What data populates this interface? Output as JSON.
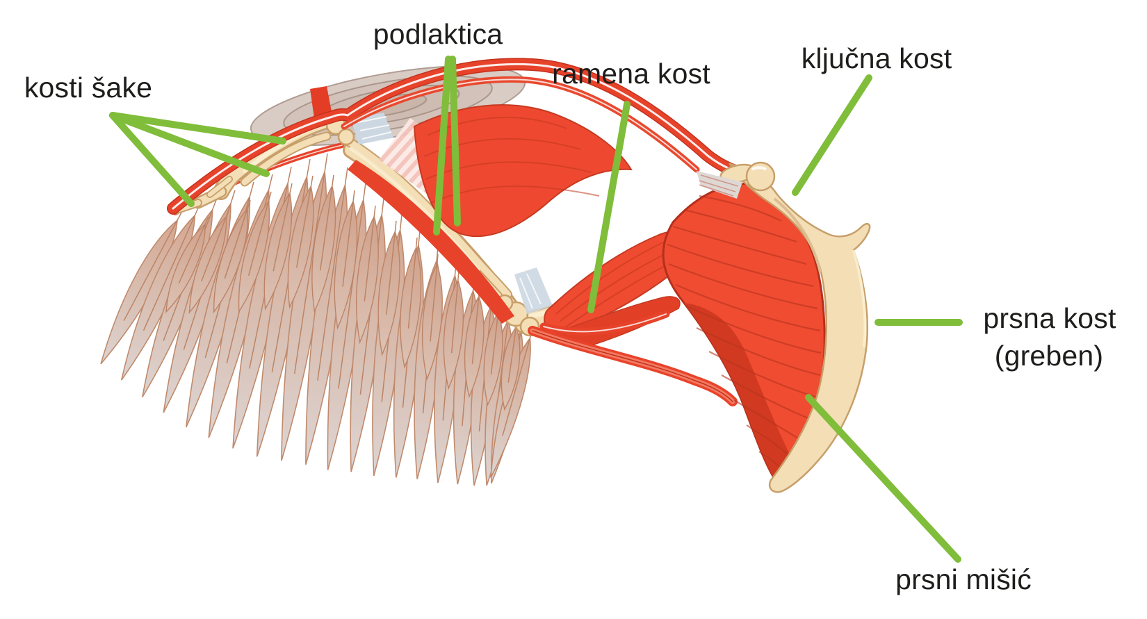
{
  "figure": {
    "description": "Anatomical diagram of a bird wing: bones, muscles and feathers with Croatian labels",
    "labels": {
      "kosti_sake": "kosti šake",
      "podlaktica": "podlaktica",
      "ramena_kost": "ramena kost",
      "kljucna_kost": "ključna kost",
      "prsna_kost_1": "prsna kost",
      "prsna_kost_2": "(greben)",
      "prsni_misic": "prsni mišić"
    },
    "colors": {
      "background": "#ffffff",
      "annotation_green": "#80bd3a",
      "label_text": "#1d1d1b",
      "muscle_red": "#f04c31",
      "muscle_dark": "#d13a20",
      "tendon_red": "#e7432b",
      "bone_cream": "#f3deb6",
      "bone_outline": "#c79f6a",
      "feather_tan": "#d8bcae",
      "feather_outline": "#c08a6c"
    }
  }
}
